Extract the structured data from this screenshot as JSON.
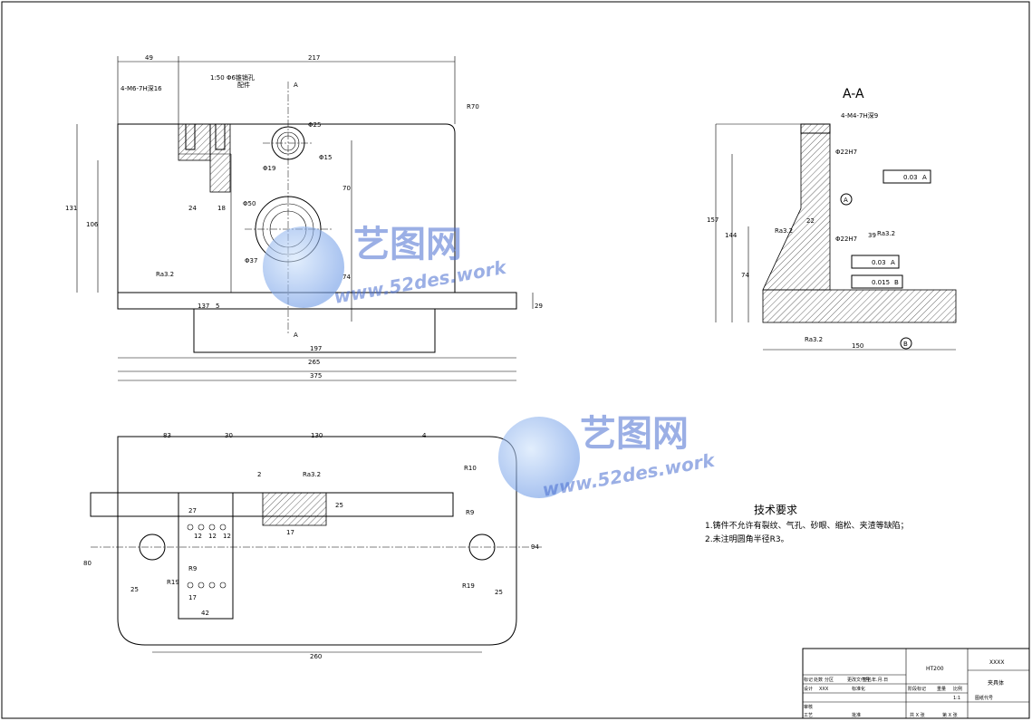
{
  "section_title": "A-A",
  "front_view": {
    "notes": [
      "4-M6-7H深16",
      "1:50  Φ6锥销孔",
      "配件"
    ],
    "section_marks": [
      "A",
      "A"
    ],
    "dims": [
      "49",
      "217",
      "R70",
      "Φ25",
      "Φ19",
      "Φ15",
      "70",
      "Φ50",
      "Φ37",
      "24",
      "18",
      "131",
      "106",
      "74",
      "137",
      "5",
      "197",
      "265",
      "375",
      "29",
      "Ra3.2"
    ]
  },
  "section_view": {
    "notes": [
      "4-M4-7H深9"
    ],
    "dims": [
      "Φ22H7",
      "Φ22H7",
      "22",
      "Ra3.2",
      "Ra3.2",
      "39",
      "157",
      "144",
      "74",
      "150",
      "Ra3.2"
    ],
    "tolerances": [
      "0.03",
      "A",
      "0.03",
      "A",
      "0.015",
      "B"
    ],
    "datum_labels": [
      "A",
      "B"
    ]
  },
  "top_view": {
    "dims": [
      "83",
      "30",
      "130",
      "4",
      "R10",
      "2",
      "Ra3.2",
      "25",
      "27",
      "12",
      "12",
      "12",
      "17",
      "R9",
      "R9",
      "80",
      "94",
      "R19",
      "R19",
      "25",
      "25",
      "17",
      "42",
      "260"
    ]
  },
  "requirements": {
    "title": "技术要求",
    "items": [
      "1.铸件不允许有裂纹、气孔、砂眼、缩松、夹渣等缺陷；",
      "2.未注明圆角半径R3。"
    ]
  },
  "title_block": {
    "material": "HT200",
    "part_name": "夹具体",
    "company": "XXXX",
    "scale": "1:1",
    "cells": [
      "标记",
      "处数",
      "分区",
      "更改文件号",
      "签名",
      "年.月.日",
      "设计",
      "XXX",
      "标准化",
      "阶段标记",
      "重量",
      "比例",
      "审核",
      "工艺",
      "批准",
      "共 X 张",
      "第 X 张",
      "图纸代号"
    ]
  },
  "watermarks": [
    {
      "brand": "艺图网",
      "url": "www.52des.work"
    },
    {
      "brand": "艺图网",
      "url": "www.52des.work"
    }
  ]
}
